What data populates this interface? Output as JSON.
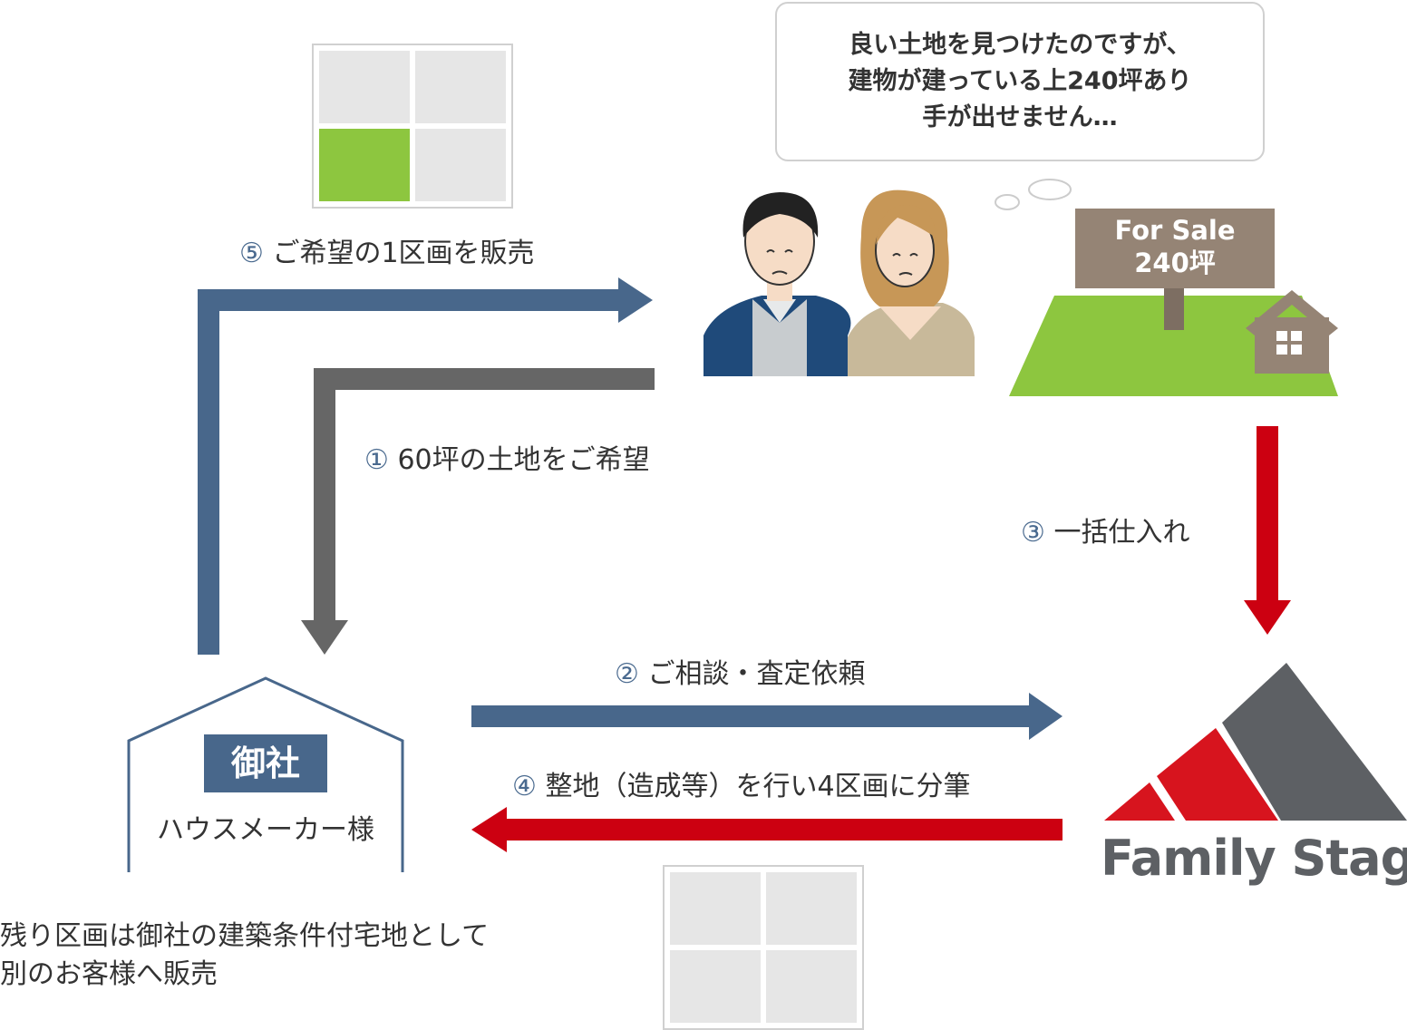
{
  "speech_bubble": {
    "lines": [
      "良い土地を見つけたのですが、",
      "建物が建っている上240坪あり",
      "手が出せません…"
    ]
  },
  "sign": {
    "line1": "For Sale",
    "line2": "240坪"
  },
  "steps": {
    "s1": {
      "num": "①",
      "text": "60坪の土地をご希望"
    },
    "s2": {
      "num": "②",
      "text": "ご相談・査定依頼"
    },
    "s3": {
      "num": "③",
      "text": "一括仕入れ"
    },
    "s4": {
      "num": "④",
      "text": "整地（造成等）を行い4区画に分筆"
    },
    "s5": {
      "num": "⑤",
      "text": "ご希望の1区画を販売"
    }
  },
  "maker": {
    "badge": "御社",
    "label": "ハウスメーカー様"
  },
  "note": {
    "line1": "残り区画は御社の建築条件付宅地として",
    "line2": "別のお客様へ販売"
  },
  "logo": {
    "text": "Family Stage"
  },
  "colors": {
    "blue_arrow": "#48678b",
    "gray_arrow": "#666666",
    "red_arrow": "#cc0011",
    "lot_green": "#8dc63f",
    "lot_gray": "#e6e6e6",
    "sign_brown": "#958475",
    "logo_red": "#d7141e",
    "logo_gray": "#5d6064"
  }
}
